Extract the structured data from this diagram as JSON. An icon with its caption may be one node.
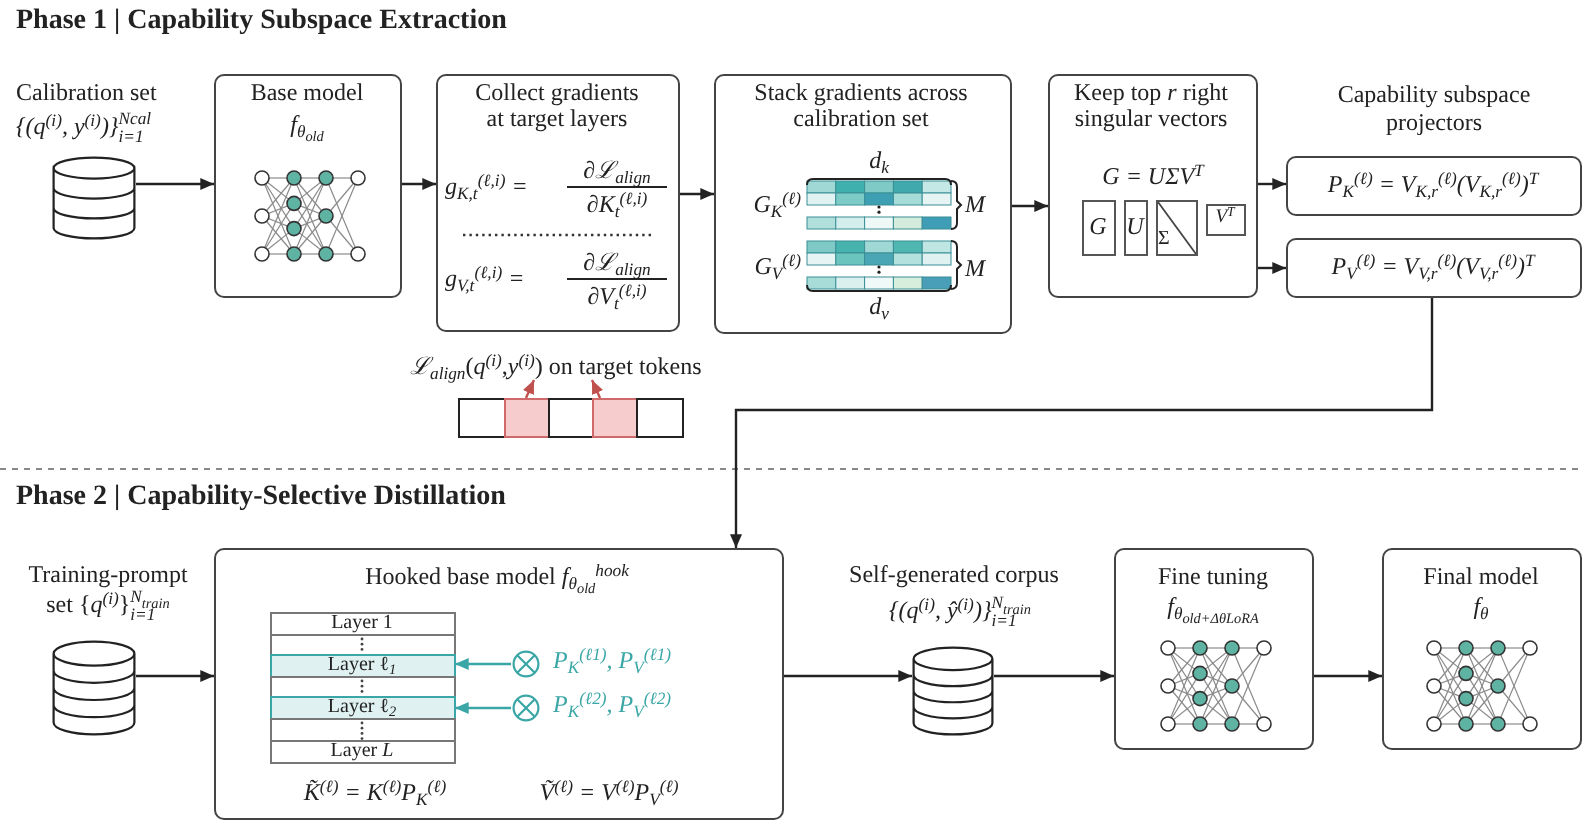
{
  "diagram": {
    "nodes": [
      {
        "text": [
          "Calibration set",
          "{(q$^{(i)}$, y$^{(i)}$)}$_{i=1}$$^{Ncal}$"
        ]
      },
      {
        "text": [
          "Base model",
          "f$_{θ}$$_{old}$"
        ]
      },
      {
        "text": [
          "Collect gradients at target layers",
          "g$_{K,t}$$^{(ℓ,i)}$ =",
          "∂ℒ$_{align}$",
          "∂K$_{t}$$^{(ℓ,i)}$",
          "g$_{V,t}$$^{(ℓ,i)}$ =",
          "∂ℒ$_{align}$",
          "∂V$_{t}$$^{(ℓ,i)}$"
        ]
      },
      {
        "text": [
          "Stack gradients across calibration set",
          "d$_{k}$",
          "G$_{K}$$^{(ℓ)}$",
          "M",
          "G$_{V}$$^{(ℓ)}$",
          "M",
          "d$_{v}$"
        ]
      },
      {
        "text": [
          "Keep top *r* right singular vectors",
          "G = UΣV$^{T}$"
        ]
      },
      {
        "text": [
          "G"
        ],
        "in": 4
      },
      {
        "text": [
          "U"
        ],
        "in": 4
      },
      {
        "text": [
          "Σ"
        ],
        "in": 4
      },
      {
        "text": [
          "V$^{T}$"
        ],
        "in": 4
      },
      {
        "text": [
          "P$_{K}$$^{(ℓ)}$ = V$_{K,r}$$^{(ℓ)}$(V$_{K,r}$$^{(ℓ)}$)$^{T}$"
        ]
      },
      {
        "text": [
          "P$_{V}$$^{(ℓ)}$ = V$_{V,r}$$^{(ℓ)}$(V$_{V,r}$$^{(ℓ)}$)$^{T}$"
        ]
      },
      {
        "text": [
          "*ℒ*$_{align}$(*q*$^{(i)}$,*y*$^{(i)}$) on target tokens"
        ]
      },
      {
        "text": [],
        "shape": "box"
      },
      {
        "text": [],
        "shape": "box"
      },
      {
        "text": [],
        "shape": "box"
      },
      {
        "text": [],
        "shape": "box"
      },
      {
        "text": [],
        "shape": "box"
      },
      {
        "text": [
          "Training-prompt set {*q*$^{(i)}$}$_{i=1}$$^{N}$$_{train}$"
        ]
      },
      {
        "text": [
          "Hooked base model *f*$_{θ}$$_{old}$$^{hook}$",
          "K̃$^{(ℓ)}$ = K$^{(ℓ)}$P$_{K}$$^{(ℓ)}$",
          "Ṽ$^{(ℓ)}$ = V$^{(ℓ)}$P$_{V}$$^{(ℓ)}$"
        ]
      },
      {
        "text": [
          "Layer 1"
        ],
        "in": 18
      },
      {
        "text": [],
        "shape": "box",
        "in": 18
      },
      {
        "text": [
          "Layer ℓ$_{1}$"
        ],
        "in": 18
      },
      {
        "text": [],
        "shape": "box",
        "in": 18
      },
      {
        "text": [
          "Layer ℓ$_{2}$"
        ],
        "in": 18
      },
      {
        "text": [],
        "shape": "box",
        "in": 18
      },
      {
        "text": [
          "Layer *L*"
        ],
        "in": 18
      },
      {
        "text": [],
        "shape": "circle",
        "in": 18,
        "beside": [
          "P$_{K}$$^{(ℓ1)}$, P$_{V}$$^{(ℓ1)}$"
        ]
      },
      {
        "text": [],
        "shape": "circle",
        "in": 18,
        "beside": [
          "P$_{K}$$^{(ℓ2)}$, P$_{V}$$^{(ℓ2)}$"
        ]
      },
      {
        "text": [
          "Self-generated corpus",
          "{(q$^{(i)}$, ŷ$^{(i)}$)}$_{i=1}$$^{N}$$_{train}$"
        ]
      },
      {
        "text": [
          "Fine tuning",
          "f$_{θ}$$_{old}$$_{+Δθ}$$_{LoRA}$"
        ]
      },
      {
        "text": [
          "Final model",
          "f$_{θ}$"
        ]
      }
    ],
    "edges": [
      {
        "from": 0,
        "to": 1,
        "arrow": "to"
      },
      {
        "from": 1,
        "to": 2,
        "arrow": "to"
      },
      {
        "from": 2,
        "to": 3,
        "arrow": "to"
      },
      {
        "from": 3,
        "to": 4,
        "arrow": "to"
      },
      {
        "from": 4,
        "to": 9,
        "arrow": "to"
      },
      {
        "from": 4,
        "to": 10,
        "arrow": "to"
      },
      {
        "from": 13,
        "to": 11,
        "arrow": "to",
        "color": "#c0504d"
      },
      {
        "from": 15,
        "to": 11,
        "arrow": "to",
        "color": "#c0504d"
      },
      {
        "from": 10,
        "to": 18,
        "arrow": "to"
      },
      {
        "from": 17,
        "to": 18,
        "arrow": "to"
      },
      {
        "from": 26,
        "to": 21,
        "arrow": "to",
        "color": "#3aa6a6"
      },
      {
        "from": 27,
        "to": 23,
        "arrow": "to",
        "color": "#3aa6a6"
      },
      {
        "from": 18,
        "to": 28,
        "arrow": "to"
      },
      {
        "from": 28,
        "to": 29,
        "arrow": "to"
      },
      {
        "from": 29,
        "to": 30,
        "arrow": "to"
      }
    ],
    "labels": [
      "Phase 1 | Capability Subspace Extraction",
      "Capability subspace projectors",
      "Phase 2 | Capability-Selective Distillation"
    ]
  }
}
